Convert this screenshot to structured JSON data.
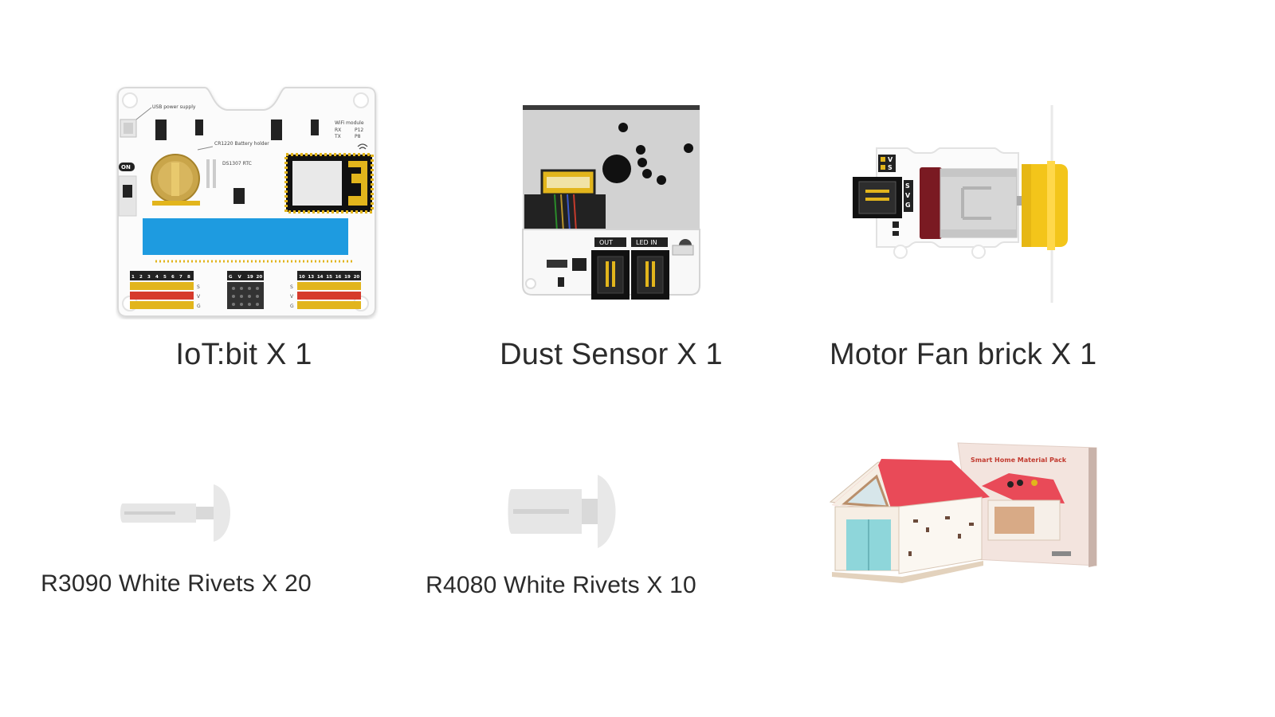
{
  "items": [
    {
      "label": "IoT:bit X 1",
      "image": "iot-bit-board"
    },
    {
      "label": "Dust Sensor X 1",
      "image": "dust-sensor"
    },
    {
      "label": "Motor Fan brick X 1",
      "image": "motor-fan-brick"
    },
    {
      "label": "R3090 White Rivets X 20",
      "image": "r3090-rivet"
    },
    {
      "label": "R4080 White Rivets X 10",
      "image": "r4080-rivet"
    },
    {
      "label": "",
      "image": "smart-home-house-and-box"
    }
  ],
  "board": {
    "usb_label": "USB power supply",
    "battery_label": "CR1220 Battery holder",
    "rtc_label": "DS1307 RTC",
    "wifi_label": "WiFi module",
    "wifi_rx": "RX",
    "wifi_tx": "TX",
    "wifi_p12": "P12",
    "wifi_p8": "P8",
    "on_label": "ON",
    "left_pins": [
      "1",
      "2",
      "3",
      "4",
      "5",
      "6",
      "7",
      "8"
    ],
    "mid_pins": [
      "G",
      "V",
      "19",
      "20"
    ],
    "right_pins": [
      "10",
      "13",
      "14",
      "15",
      "16",
      "19",
      "20"
    ],
    "row_labels": [
      "S",
      "V",
      "G"
    ]
  },
  "dust": {
    "out_label": "OUT",
    "led_label": "LED IN"
  },
  "fan": {
    "pins": [
      "S",
      "V",
      "G"
    ]
  },
  "box": {
    "title": "Smart Home Material Pack"
  },
  "colors": {
    "board_blue": "#1e9be0",
    "gold": "#e2b51c",
    "red": "#d63b2c",
    "roof_red": "#e94a58",
    "door_cyan": "#8ed6da",
    "motor_dark_red": "#7a1a22",
    "fan_yellow": "#f3c51a"
  }
}
